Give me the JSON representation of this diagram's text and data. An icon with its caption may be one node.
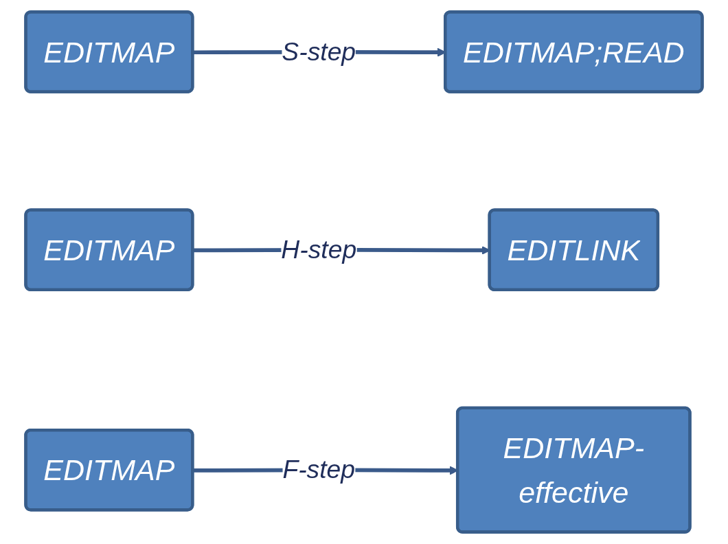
{
  "diagram": {
    "nodes": [
      {
        "text": [
          "EDITMAP"
        ]
      },
      {
        "text": [
          "EDITMAP;READ"
        ]
      },
      {
        "text": [
          "EDITMAP"
        ]
      },
      {
        "text": [
          "EDITLINK"
        ]
      },
      {
        "text": [
          "EDITMAP"
        ]
      },
      {
        "text": [
          "EDITMAP-effective"
        ]
      }
    ],
    "edges": [
      {
        "from": 0,
        "to": 1,
        "arrow": "to",
        "label": "S-step"
      },
      {
        "from": 2,
        "to": 3,
        "arrow": "to",
        "label": "H-step"
      },
      {
        "from": 4,
        "to": 5,
        "arrow": "to",
        "label": "F-step"
      }
    ]
  }
}
